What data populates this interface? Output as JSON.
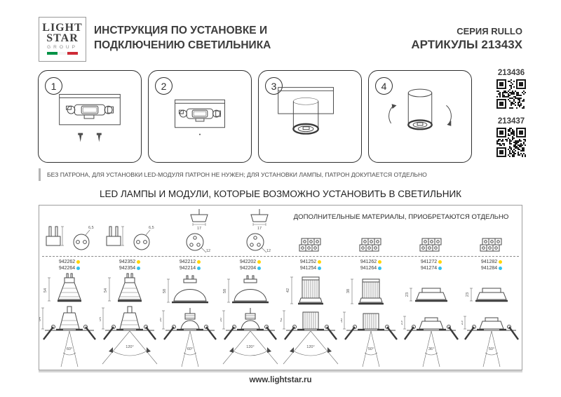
{
  "header": {
    "logo": {
      "line1": "LIGHT",
      "line2": "STAR",
      "line3": "GROUP"
    },
    "title_line1": "ИНСТРУКЦИЯ ПО УСТАНОВКЕ И",
    "title_line2": "ПОДКЛЮЧЕНИЮ СВЕТИЛЬНИКА",
    "series": "СЕРИЯ RULLO",
    "articles": "АРТИКУЛЫ 21343X"
  },
  "flag_colors": [
    "#009246",
    "#f4f4f4",
    "#ce2b37"
  ],
  "steps": [
    {
      "number": "1"
    },
    {
      "number": "2"
    },
    {
      "number": "3"
    },
    {
      "number": "4"
    }
  ],
  "qr": [
    {
      "label": "213436"
    },
    {
      "label": "213437"
    }
  ],
  "note": {
    "text": "БЕЗ ПАТРОНА, ДЛЯ УСТАНОВКИ LED-МОДУЛЯ ПАТРОН НЕ НУЖЕН; ДЛЯ УСТАНОВКИ ЛАМПЫ, ПАТРОН ДОКУПАЕТСЯ ОТДЕЛЬНО"
  },
  "section_title": "LED ЛАМПЫ И МОДУЛИ, КОТОРЫЕ ВОЗМОЖНО УСТАНОВИТЬ В СВЕТИЛЬНИК",
  "compat": {
    "additional_title": "ДОПОЛНИТЕЛЬНЫЕ МАТЕРИАЛЫ, ПРИОБРЕТАЮТСЯ ОТДЕЛЬНО",
    "dot_colors": {
      "warm": "#ffd500",
      "cool": "#2fc3ef"
    },
    "columns": [
      {
        "type": "gu10-lamp",
        "code_warm": "942262",
        "code_cool": "942264",
        "lamp_h": "54",
        "cross_h": "64",
        "angle": "60°",
        "dim1": "6,5"
      },
      {
        "type": "gu10-lamp",
        "code_warm": "942352",
        "code_cool": "942354",
        "lamp_h": "54",
        "cross_h": "64",
        "angle": "120°",
        "dim1": "6,5"
      },
      {
        "type": "gx53-lamp",
        "code_warm": "942212",
        "code_cool": "942214",
        "lamp_h": "58",
        "cross_h": "50",
        "angle": "60°",
        "dim1": "17",
        "dim2": "12"
      },
      {
        "type": "gx53-lamp",
        "code_warm": "942202",
        "code_cool": "942204",
        "lamp_h": "58",
        "cross_h": "50",
        "angle": "120°",
        "dim1": "17",
        "dim2": "12"
      },
      {
        "type": "led-module",
        "code_warm": "941252",
        "code_cool": "941254",
        "lamp_h": "42",
        "cross_h": "42",
        "angle": "120°"
      },
      {
        "type": "led-module",
        "code_warm": "941262",
        "code_cool": "941264",
        "lamp_h": "38",
        "cross_h": "38",
        "angle": "50°"
      },
      {
        "type": "led-module-flat",
        "code_warm": "941272",
        "code_cool": "941274",
        "lamp_h": "23",
        "cross_h": "29",
        "angle": "36°"
      },
      {
        "type": "led-module-flat",
        "code_warm": "941282",
        "code_cool": "941284",
        "lamp_h": "23",
        "cross_h": "29",
        "angle": "50°"
      }
    ]
  },
  "footer": {
    "url": "www.lightstar.ru"
  }
}
